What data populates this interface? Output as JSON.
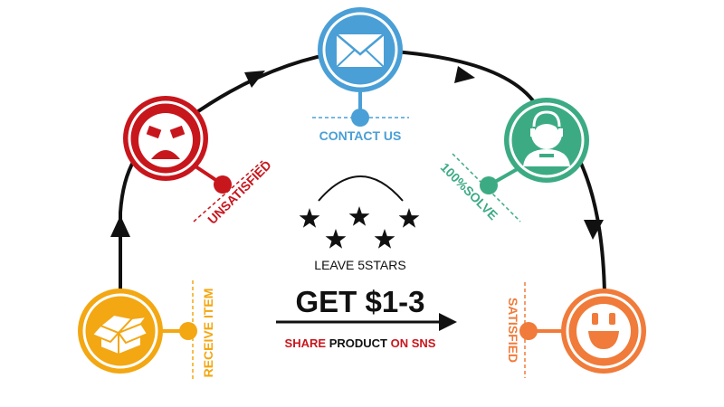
{
  "colors": {
    "receive": "#f3a712",
    "unsatisfied": "#c8161d",
    "contact": "#4a9fd6",
    "solve": "#3cab84",
    "satisfied": "#f07b3a",
    "line": "#111111"
  },
  "steps": {
    "receive": {
      "label": "RECEIVE ITEM",
      "icon": "box-icon"
    },
    "unsatisfied": {
      "label": "UNSATISFIED",
      "icon": "angry-face-icon"
    },
    "contact": {
      "label": "CONTACT US",
      "icon": "envelope-icon"
    },
    "solve": {
      "label": "100%SOLVE",
      "icon": "support-agent-icon"
    },
    "satisfied": {
      "label": "SATISFIED",
      "icon": "smiley-face-icon"
    }
  },
  "center": {
    "stars_caption": "LEAVE 5STARS",
    "reward": "GET $1-3",
    "share_prefix": "SHARE",
    "share_middle": "PRODUCT",
    "share_suffix": "ON SNS"
  }
}
